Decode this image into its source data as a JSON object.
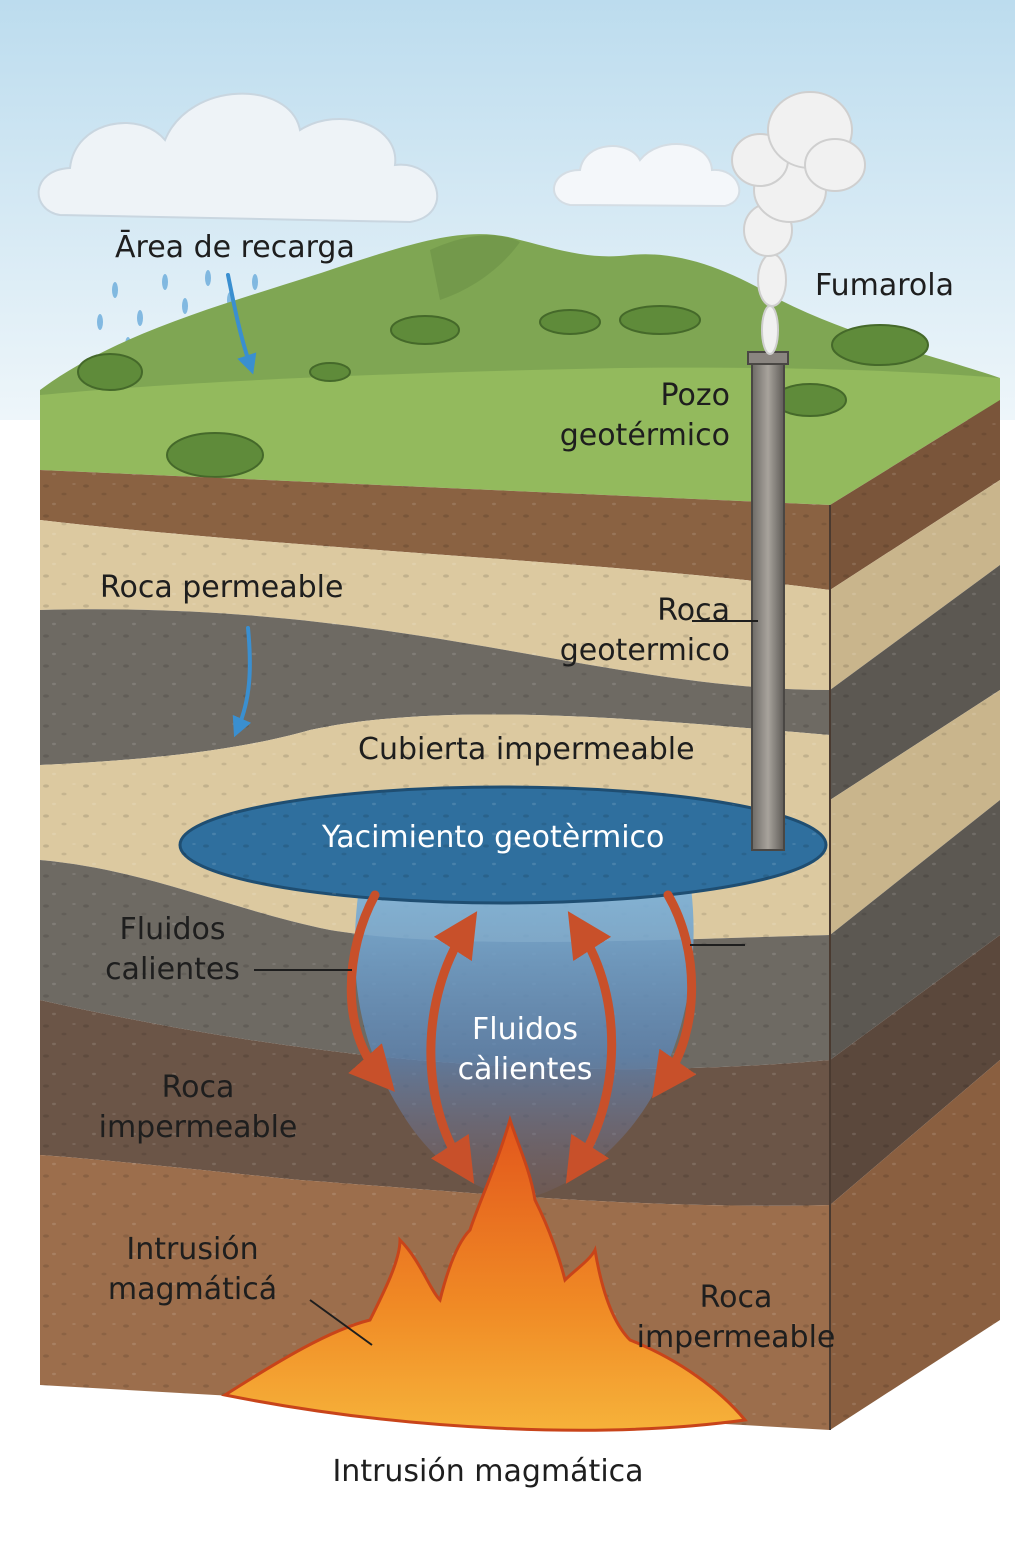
{
  "labels": {
    "recharge_area": "Ārea de recarga",
    "fumarole": "Fumarola",
    "well_line1": "Pozo",
    "well_line2": "geotérmico",
    "permeable_rock": "Roca permeable",
    "rock_geo_line1": "Roca",
    "rock_geo_line2": "geotermico",
    "impermeable_cover": "Cubierta impermeable",
    "reservoir": "Yacimiento geotèrmico",
    "hot_fluids_left_line1": "Fluidos",
    "hot_fluids_left_line2": "calientes",
    "hot_fluids_center_line1": "Fluidos",
    "hot_fluids_center_line2": "càlientes",
    "impermeable_rock_left_line1": "Roca",
    "impermeable_rock_left_line2": "impermeable",
    "magma_intrusion_left_line1": "Intrusión",
    "magma_intrusion_left_line2": "magmáticá",
    "impermeable_rock_right_line1": "Roca",
    "impermeable_rock_right_line2": "impermeable",
    "magma_intrusion_bottom": "Intrusión magmática"
  },
  "colors": {
    "sky": "#cfe6f2",
    "grass": "#8fb75a",
    "hills": "#7fa653",
    "soil_brown": "#8a6242",
    "sand": "#dcc9a0",
    "gray_rock": "#6e6a63",
    "dark_brown": "#6b5547",
    "reservoir_blue": "#2f6f9e",
    "magma_orange": "#e8601c",
    "magma_yellow": "#f7b733",
    "arrow_red": "#c8502a",
    "rain_blue": "#3a8fd0"
  }
}
